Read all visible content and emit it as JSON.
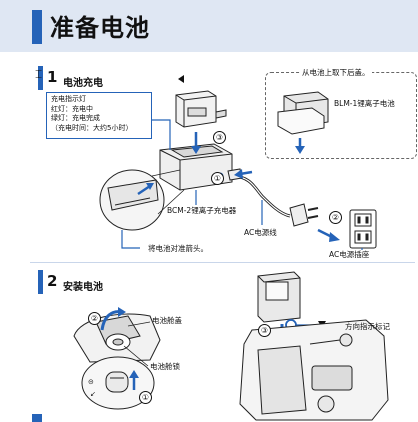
{
  "header": {
    "title": "准备电池"
  },
  "step1": {
    "number": "1",
    "label": "电池充电",
    "info_lines": [
      "充电指示灯",
      "红灯：充电中",
      "绿灯：充电完成",
      "（充电时间：大约5小时）"
    ],
    "battery_note": "从电池上取下后盖。",
    "battery_name": "BLM-1锂离子电池",
    "charger_name": "BCM-2锂离子充电器",
    "cord_name": "AC电源线",
    "outlet_name": "AC电源插座",
    "align_note": "将电池对准箭头。",
    "callouts": [
      "①",
      "②",
      "③"
    ]
  },
  "step2": {
    "number": "2",
    "label": "安装电池",
    "cover_label": "电池舱盖",
    "lock_label": "电池舱锁",
    "direction_label": "方向指示标记",
    "callouts": [
      "①",
      "②",
      "③"
    ]
  }
}
